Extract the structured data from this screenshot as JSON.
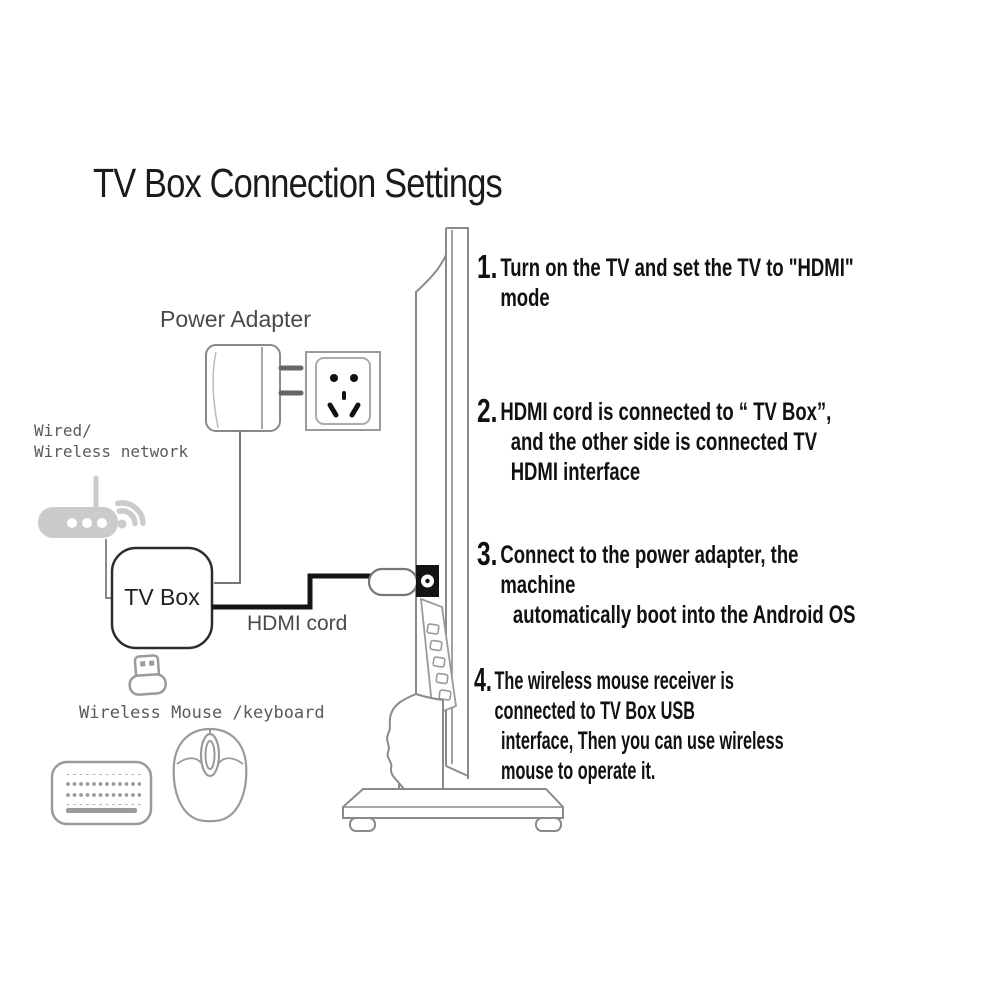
{
  "title": "TV Box Connection Settings",
  "diagram": {
    "power_adapter_label": "Power Adapter",
    "network_label_line1": "Wired/",
    "network_label_line2": "Wireless network",
    "tv_box_label": "TV Box",
    "hdmi_cord_label": "HDMI cord",
    "wireless_label": "Wireless Mouse /keyboard"
  },
  "instructions": [
    {
      "number": "1.",
      "line1": "Turn on the TV and set the TV to \"HDMI\" mode"
    },
    {
      "number": "2.",
      "line1": "HDMI cord is connected to “ TV Box”,",
      "line2": "and the other side is connected TV HDMI interface"
    },
    {
      "number": "3.",
      "line1": "Connect to the power adapter, the machine",
      "line2": "automatically boot into the Android OS"
    },
    {
      "number": "4.",
      "line1": "The wireless mouse receiver is connected to TV Box USB",
      "line2": "interface, Then you can use wireless mouse to operate it."
    }
  ],
  "icons": {
    "router": "wifi-router pill with three dots, antenna and wifi arcs",
    "power_adapter": "wall power adapter with two prongs",
    "wall_socket": "chinese wall socket plate",
    "tv": "flat tv side profile with stand",
    "hdmi_plug": "hdmi plug into black port",
    "usb_receiver": "usb wireless receiver dongle",
    "keyboard": "keyboard with key dots and space bar",
    "mouse": "mouse with scroll wheel"
  },
  "colors": {
    "background": "#ffffff",
    "text": "#1b1b1b",
    "label_gray": "#5a5a5a",
    "outline_gray": "#8a8a8a",
    "icon_light_gray": "#cbcbcb",
    "cord_black": "#141414"
  }
}
